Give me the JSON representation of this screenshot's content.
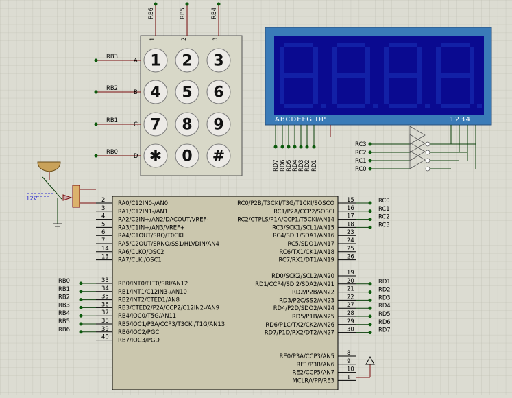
{
  "supply": {
    "label": "12V"
  },
  "keypad": {
    "col_nets": [
      "RB6",
      "RB5",
      "RB4"
    ],
    "col_nums": [
      "1",
      "2",
      "3"
    ],
    "row_nets": [
      "RB3",
      "RB2",
      "RB1",
      "RB0"
    ],
    "row_letters": [
      "A",
      "B",
      "C",
      "D"
    ],
    "keys": [
      "1",
      "2",
      "3",
      "4",
      "5",
      "6",
      "7",
      "8",
      "9",
      "✱",
      "0",
      "#"
    ]
  },
  "lcd": {
    "seg_label": "ABCDEFG  DP",
    "digit_label": "1234",
    "seg_pins": [
      "RD7",
      "RD6",
      "RD5",
      "RD4",
      "RD3",
      "RD2",
      "RD1"
    ],
    "gates": [
      "RC3",
      "RC2",
      "RC1",
      "RC0"
    ]
  },
  "mcu": {
    "left_top": [
      {
        "num": "2",
        "name": "RA0/C12IN0-/AN0"
      },
      {
        "num": "3",
        "name": "RA1/C12IN1-/AN1"
      },
      {
        "num": "4",
        "name": "RA2/C2IN+/AN2/DACOUT/VREF-"
      },
      {
        "num": "5",
        "name": "RA3/C1IN+/AN3/VREF+"
      },
      {
        "num": "6",
        "name": "RA4/C1OUT/SRQ/T0CKI"
      },
      {
        "num": "7",
        "name": "RA5/C2OUT/SRNQ/SS1/HLVDIN/AN4"
      },
      {
        "num": "14",
        "name": "RA6/CLKO/OSC2"
      },
      {
        "num": "13",
        "name": "RA7/CLKI/OSC1"
      }
    ],
    "left_bottom": [
      {
        "num": "33",
        "name": "RB0/INT0/FLT0/SRI/AN12",
        "net": "RB0"
      },
      {
        "num": "34",
        "name": "RB1/INT1/C12IN3-/AN10",
        "net": "RB1"
      },
      {
        "num": "35",
        "name": "RB2/INT2/CTED1/AN8",
        "net": "RB2"
      },
      {
        "num": "36",
        "name": "RB3/CTED2/P2A/CCP2/C12IN2-/AN9",
        "net": "RB3"
      },
      {
        "num": "37",
        "name": "RB4/IOC0/T5G/AN11",
        "net": "RB4"
      },
      {
        "num": "38",
        "name": "RB5/IOC1/P3A/CCP3/T3CKI/T1G/AN13",
        "net": "RB5"
      },
      {
        "num": "39",
        "name": "RB6/IOC2/PGC",
        "net": "RB6"
      },
      {
        "num": "40",
        "name": "RB7/IOC3/PGD",
        "net": ""
      }
    ],
    "right_top": [
      {
        "num": "15",
        "name": "RC0/P2B/T3CKI/T3G/T1CKI/SOSCO",
        "net": "RC0"
      },
      {
        "num": "16",
        "name": "RC1/P2A/CCP2/SOSCI",
        "net": "RC1"
      },
      {
        "num": "17",
        "name": "RC2/CTPLS/P1A/CCP1/T5CKI/AN14",
        "net": "RC2"
      },
      {
        "num": "18",
        "name": "RC3/SCK1/SCL1/AN15",
        "net": "RC3"
      },
      {
        "num": "23",
        "name": "RC4/SDI1/SDA1/AN16",
        "net": ""
      },
      {
        "num": "24",
        "name": "RC5/SDO1/AN17",
        "net": ""
      },
      {
        "num": "25",
        "name": "RC6/TX1/CK1/AN18",
        "net": ""
      },
      {
        "num": "26",
        "name": "RC7/RX1/DT1/AN19",
        "net": ""
      }
    ],
    "right_mid": [
      {
        "num": "19",
        "name": "RD0/SCK2/SCL2/AN20",
        "net": ""
      },
      {
        "num": "20",
        "name": "RD1/CCP4/SDI2/SDA2/AN21",
        "net": "RD1"
      },
      {
        "num": "21",
        "name": "RD2/P2B/AN22",
        "net": "RD2"
      },
      {
        "num": "22",
        "name": "RD3/P2C/SS2/AN23",
        "net": "RD3"
      },
      {
        "num": "27",
        "name": "RD4/P2D/SDO2/AN24",
        "net": "RD4"
      },
      {
        "num": "28",
        "name": "RD5/P1B/AN25",
        "net": "RD5"
      },
      {
        "num": "29",
        "name": "RD6/P1C/TX2/CK2/AN26",
        "net": "RD6"
      },
      {
        "num": "30",
        "name": "RD7/P1D/RX2/DT2/AN27",
        "net": "RD7"
      }
    ],
    "right_bottom": [
      {
        "num": "8",
        "name": "RE0/P3A/CCP3/AN5"
      },
      {
        "num": "9",
        "name": "RE1/P3B/AN6"
      },
      {
        "num": "10",
        "name": "RE2/CCP5/AN7"
      },
      {
        "num": "1",
        "name": "MCLR/VPP/RE3"
      }
    ]
  }
}
